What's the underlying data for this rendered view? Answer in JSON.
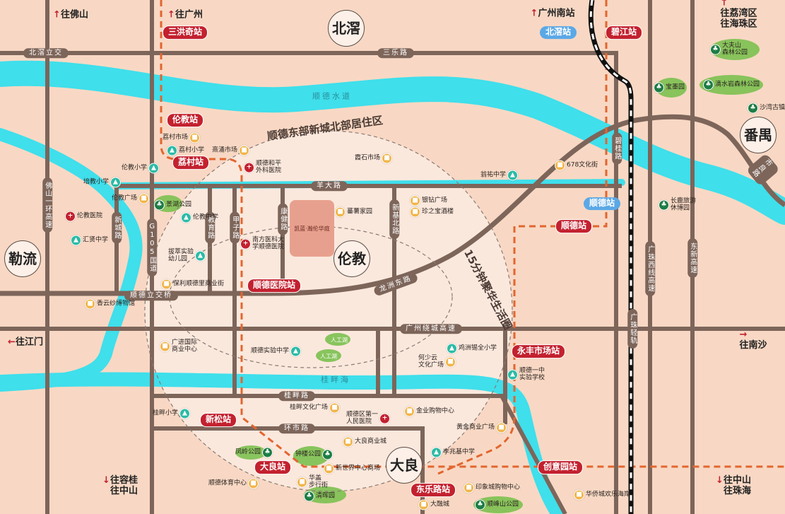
{
  "districts": {
    "beijiao": "北滘",
    "leliu": "勒流",
    "lunjiao": "伦教",
    "daliang": "大良",
    "panyu": "番禺"
  },
  "directions": [
    {
      "label": "往佛山",
      "arrow": "↑"
    },
    {
      "label": "往广州",
      "arrow": "↑"
    },
    {
      "label": "广州南站",
      "arrow": "↑"
    },
    {
      "label": "往荔湾区\n往海珠区",
      "arrow": "↑"
    },
    {
      "label": "往江门",
      "arrow": "←"
    },
    {
      "label": "往南沙",
      "arrow": "→"
    },
    {
      "label": "往容桂\n往中山",
      "arrow": "↓"
    },
    {
      "label": "往中山\n往珠海",
      "arrow": "↓"
    }
  ],
  "roads": {
    "beijiao_interchange": "北滘立交",
    "sanle": "三乐路",
    "foshan_ring": "佛山一环高速",
    "g105": "G105国道",
    "xincheng": "新城路",
    "jiaoyu": "教育路",
    "jiazi": "甲子路",
    "kangjian": "康健路",
    "xinjibei": "新基北路",
    "bigui": "碧桂路",
    "yangda": "羊大路",
    "shunde_interchange": "顺德立交桥",
    "longzhou_east": "龙洲东路",
    "guangzhou_ring": "广州绕城高速",
    "guipan": "桂畔路",
    "huanshi": "环市路",
    "shiliang": "市良路",
    "guangzhu_west": "广珠西线高速",
    "dongxin": "东新高速",
    "guangzhu_rail": "广珠轻轨"
  },
  "waters": {
    "shunde_waterway": "顺德水道",
    "guipan_sea": "桂畔海",
    "lake": "人工湖"
  },
  "areas": {
    "north_residential": "顺德东部新城北部居住区",
    "life_circle": "15分钟聚华生活圈"
  },
  "metro_stations": [
    "三洪奇站",
    "伦教站",
    "荔村站",
    "顺德医院站",
    "新松站",
    "大良站",
    "东乐路站",
    "创意园站",
    "永丰市场站",
    "顺德站",
    "碧江站"
  ],
  "rail_stations": [
    "北滘站",
    "顺德站"
  ],
  "project": "凯蓝·瀚伦华庭",
  "pois": [
    {
      "label": "荔村小学",
      "icon": "school"
    },
    {
      "label": "伦教小学",
      "icon": "school"
    },
    {
      "label": "培教小学",
      "icon": "school"
    },
    {
      "label": "伦教中学",
      "icon": "school"
    },
    {
      "label": "汇贤中学",
      "icon": "school"
    },
    {
      "label": "拔萃实验\n幼儿园",
      "icon": "school"
    },
    {
      "label": "翁祐中学",
      "icon": "school"
    },
    {
      "label": "顺德实验中学",
      "icon": "school"
    },
    {
      "label": "鸡洲锡全小学",
      "icon": "school"
    },
    {
      "label": "顺德一中\n实验学校",
      "icon": "school"
    },
    {
      "label": "桂畔小学",
      "icon": "school"
    },
    {
      "label": "李兆基中学",
      "icon": "school"
    },
    {
      "label": "顺德和平\n外科医院",
      "icon": "hospital"
    },
    {
      "label": "伦教医院",
      "icon": "hospital"
    },
    {
      "label": "南方医科大\n学顺德医院",
      "icon": "hospital"
    },
    {
      "label": "顺德区第一\n人民医院",
      "icon": "hospital"
    },
    {
      "label": "荔村市场",
      "icon": "market"
    },
    {
      "label": "熹涌市场",
      "icon": "market"
    },
    {
      "label": "伦教广场",
      "icon": "market"
    },
    {
      "label": "保利顺德里商业街",
      "icon": "market"
    },
    {
      "label": "香云纱博物馆",
      "icon": "market"
    },
    {
      "label": "霞石市场",
      "icon": "market"
    },
    {
      "label": "蕃薯家园",
      "icon": "market"
    },
    {
      "label": "银钻广场",
      "icon": "market"
    },
    {
      "label": "珍之宝酒楼",
      "icon": "market"
    },
    {
      "label": "678文化街",
      "icon": "market"
    },
    {
      "label": "广进国际\n商业中心",
      "icon": "market"
    },
    {
      "label": "何少云\n文化广场",
      "icon": "market"
    },
    {
      "label": "桂畔文化广场",
      "icon": "market"
    },
    {
      "label": "金业购物中心",
      "icon": "market"
    },
    {
      "label": "黄金商业广场",
      "icon": "market"
    },
    {
      "label": "大良商业城",
      "icon": "market"
    },
    {
      "label": "新世界中心商场",
      "icon": "market"
    },
    {
      "label": "顺德体育中心",
      "icon": "market"
    },
    {
      "label": "华盖\n步行街",
      "icon": "market"
    },
    {
      "label": "印象城购物中心",
      "icon": "market"
    },
    {
      "label": "大融城",
      "icon": "market"
    },
    {
      "label": "景湖公园",
      "icon": "park"
    },
    {
      "label": "凤岭公园",
      "icon": "park"
    },
    {
      "label": "钟楼公园",
      "icon": "park"
    },
    {
      "label": "清晖园",
      "icon": "park"
    },
    {
      "label": "顺峰山公园",
      "icon": "park"
    },
    {
      "label": "宝墨园",
      "icon": "park"
    },
    {
      "label": "大夫山\n森林公园",
      "icon": "park"
    },
    {
      "label": "滴水岩森林公园",
      "icon": "park"
    },
    {
      "label": "沙湾古镇",
      "icon": "park"
    },
    {
      "label": "长鹿旅游\n休博园",
      "icon": "park"
    },
    {
      "label": "华侨城欢乐海岸",
      "icon": "market"
    }
  ],
  "colors": {
    "background": "#f8d8c4",
    "road": "#7d655a",
    "water": "#3fdfeb",
    "metro": "#c3212f",
    "metro_line": "#e2662f",
    "rail_station": "#5ba8e6",
    "park": "#1d7d45"
  }
}
